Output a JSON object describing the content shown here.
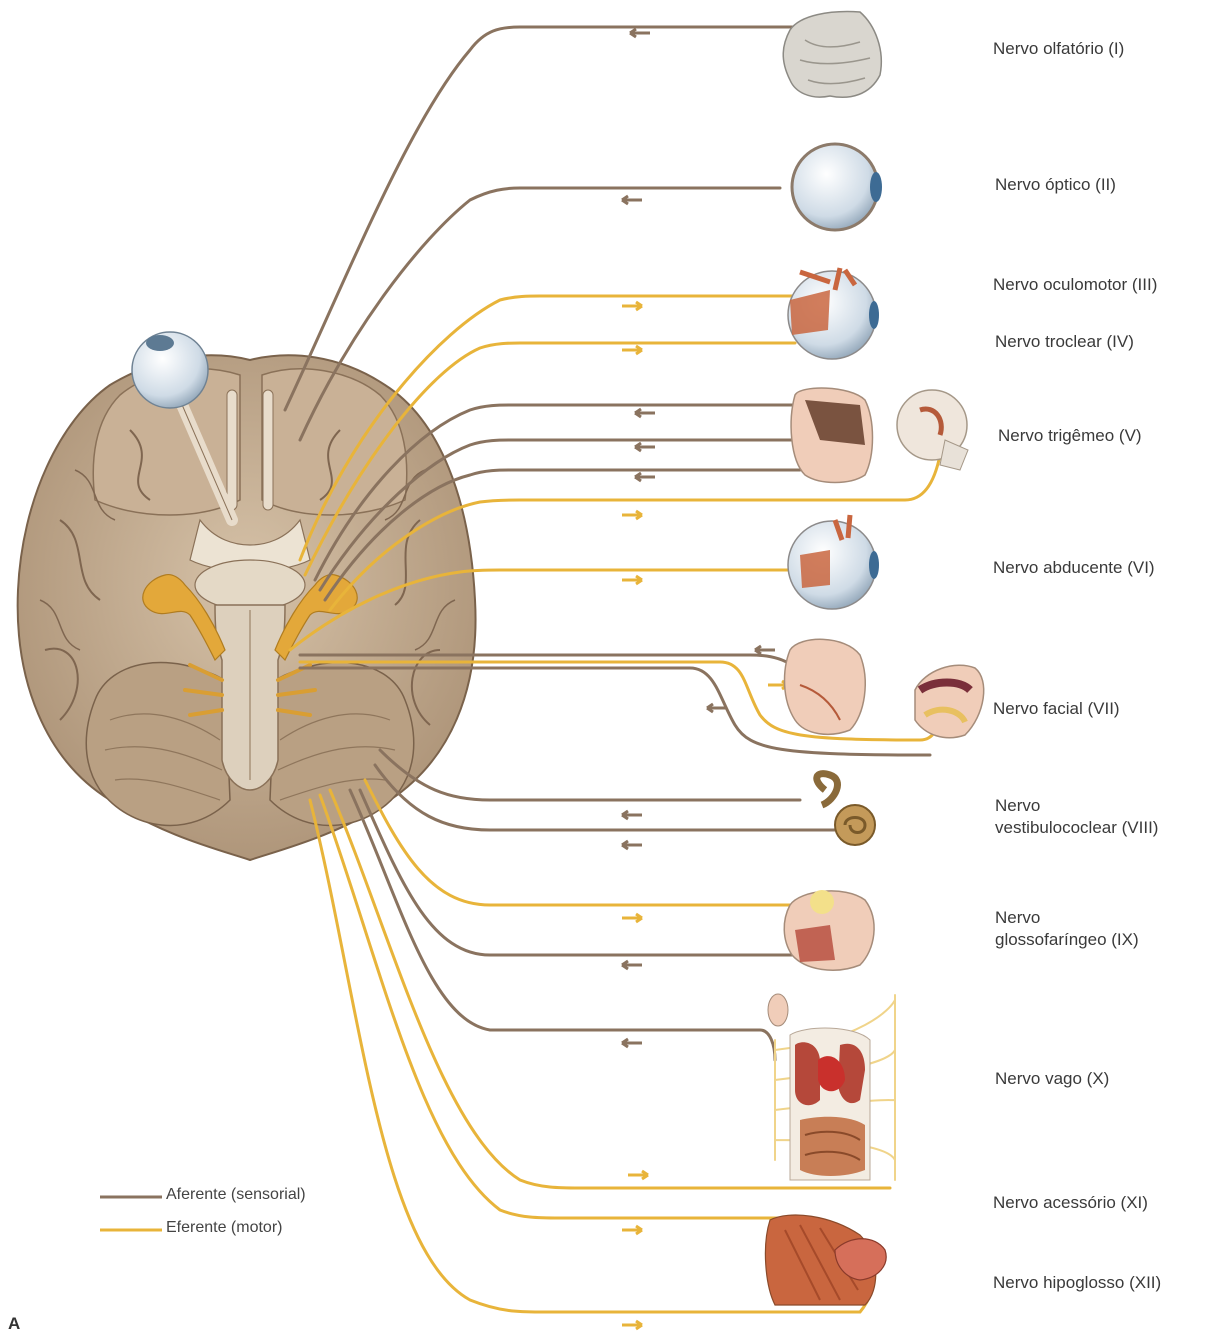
{
  "figure": {
    "panel_letter": "A",
    "colors": {
      "afferent": "#8a735f",
      "efferent": "#e8b43a",
      "brain": "#c4ad92",
      "brain_dark": "#9c8368",
      "eye": "#dfe8f0",
      "skin": "#f0cdb9",
      "muscle": "#c9663f"
    }
  },
  "legend": {
    "afferent_label": "Aferente (sensorial)",
    "efferent_label": "Eferente (motor)"
  },
  "nerves": [
    {
      "id": "I",
      "label": "Nervo olfatório (I)",
      "type": "afferent",
      "organ": "nose-icon"
    },
    {
      "id": "II",
      "label": "Nervo óptico (II)",
      "type": "afferent",
      "organ": "eyeball-icon"
    },
    {
      "id": "III",
      "label": "Nervo oculomotor (III)",
      "type": "efferent",
      "organ": "eye-muscles-icon"
    },
    {
      "id": "IV",
      "label": "Nervo troclear (IV)",
      "type": "efferent",
      "organ": "eye-muscles-icon"
    },
    {
      "id": "V",
      "label": "Nervo trigêmeo (V)",
      "type": "mixed",
      "organ": "face-jaw-icon"
    },
    {
      "id": "VI",
      "label": "Nervo abducente (VI)",
      "type": "efferent",
      "organ": "eye-muscles-icon"
    },
    {
      "id": "VII",
      "label": "Nervo facial (VII)",
      "type": "mixed",
      "organ": "face-mouth-icon"
    },
    {
      "id": "VIII",
      "label": "Nervo\nvestibulococlear (VIII)",
      "type": "afferent",
      "organ": "inner-ear-icon"
    },
    {
      "id": "IX",
      "label": "Nervo\nglossofaríngeo (IX)",
      "type": "mixed",
      "organ": "throat-icon"
    },
    {
      "id": "X",
      "label": "Nervo vago (X)",
      "type": "mixed",
      "organ": "viscera-icon"
    },
    {
      "id": "XI",
      "label": "Nervo acessório (XI)",
      "type": "efferent",
      "organ": "shoulder-muscle-icon"
    },
    {
      "id": "XII",
      "label": "Nervo hipoglosso (XII)",
      "type": "efferent",
      "organ": "tongue-icon"
    }
  ]
}
